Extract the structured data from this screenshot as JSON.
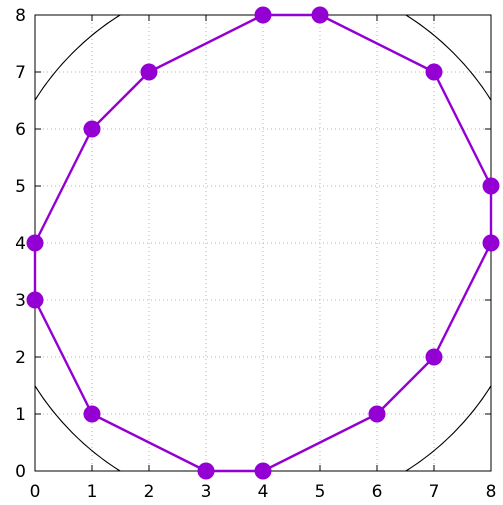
{
  "chart_data": {
    "type": "scatter",
    "title": "",
    "xlabel": "",
    "ylabel": "",
    "xlim": [
      0,
      8
    ],
    "ylim": [
      0,
      8
    ],
    "x_ticks": [
      "0",
      "1",
      "2",
      "3",
      "4",
      "5",
      "6",
      "7",
      "8"
    ],
    "y_ticks": [
      "0",
      "1",
      "2",
      "3",
      "4",
      "5",
      "6",
      "7",
      "8"
    ],
    "grid": true,
    "legend": "none",
    "series": [
      {
        "closed": true,
        "color": "#9400d3",
        "points": [
          [
            4,
            8
          ],
          [
            5,
            8
          ],
          [
            7,
            7
          ],
          [
            8,
            5
          ],
          [
            8,
            4
          ],
          [
            7,
            2
          ],
          [
            6,
            1
          ],
          [
            4,
            0
          ],
          [
            3,
            0
          ],
          [
            1,
            1
          ],
          [
            0,
            3
          ],
          [
            0,
            4
          ],
          [
            1,
            6
          ],
          [
            2,
            7
          ]
        ]
      }
    ],
    "circle": {
      "center": [
        4,
        4
      ],
      "radius": 4.72,
      "color": "#000000"
    }
  }
}
